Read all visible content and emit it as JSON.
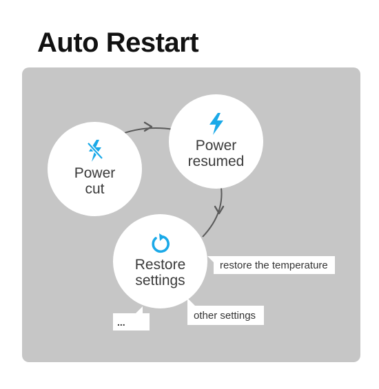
{
  "title": "Auto Restart",
  "nodes": {
    "power_cut": {
      "label": "Power\ncut",
      "icon": "power-off-icon"
    },
    "power_resumed": {
      "label": "Power\nresumed",
      "icon": "lightning-icon"
    },
    "restore_settings": {
      "label": "Restore\nsettings",
      "icon": "refresh-icon"
    }
  },
  "callouts": {
    "temperature": "restore the temperature",
    "other": "other settings",
    "ellipsis": "..."
  },
  "colors": {
    "panel": "#c6c6c6",
    "node": "#ffffff",
    "icon_accent": "#1aa9e8",
    "arrow": "#5a5a5a",
    "title": "#111111"
  }
}
